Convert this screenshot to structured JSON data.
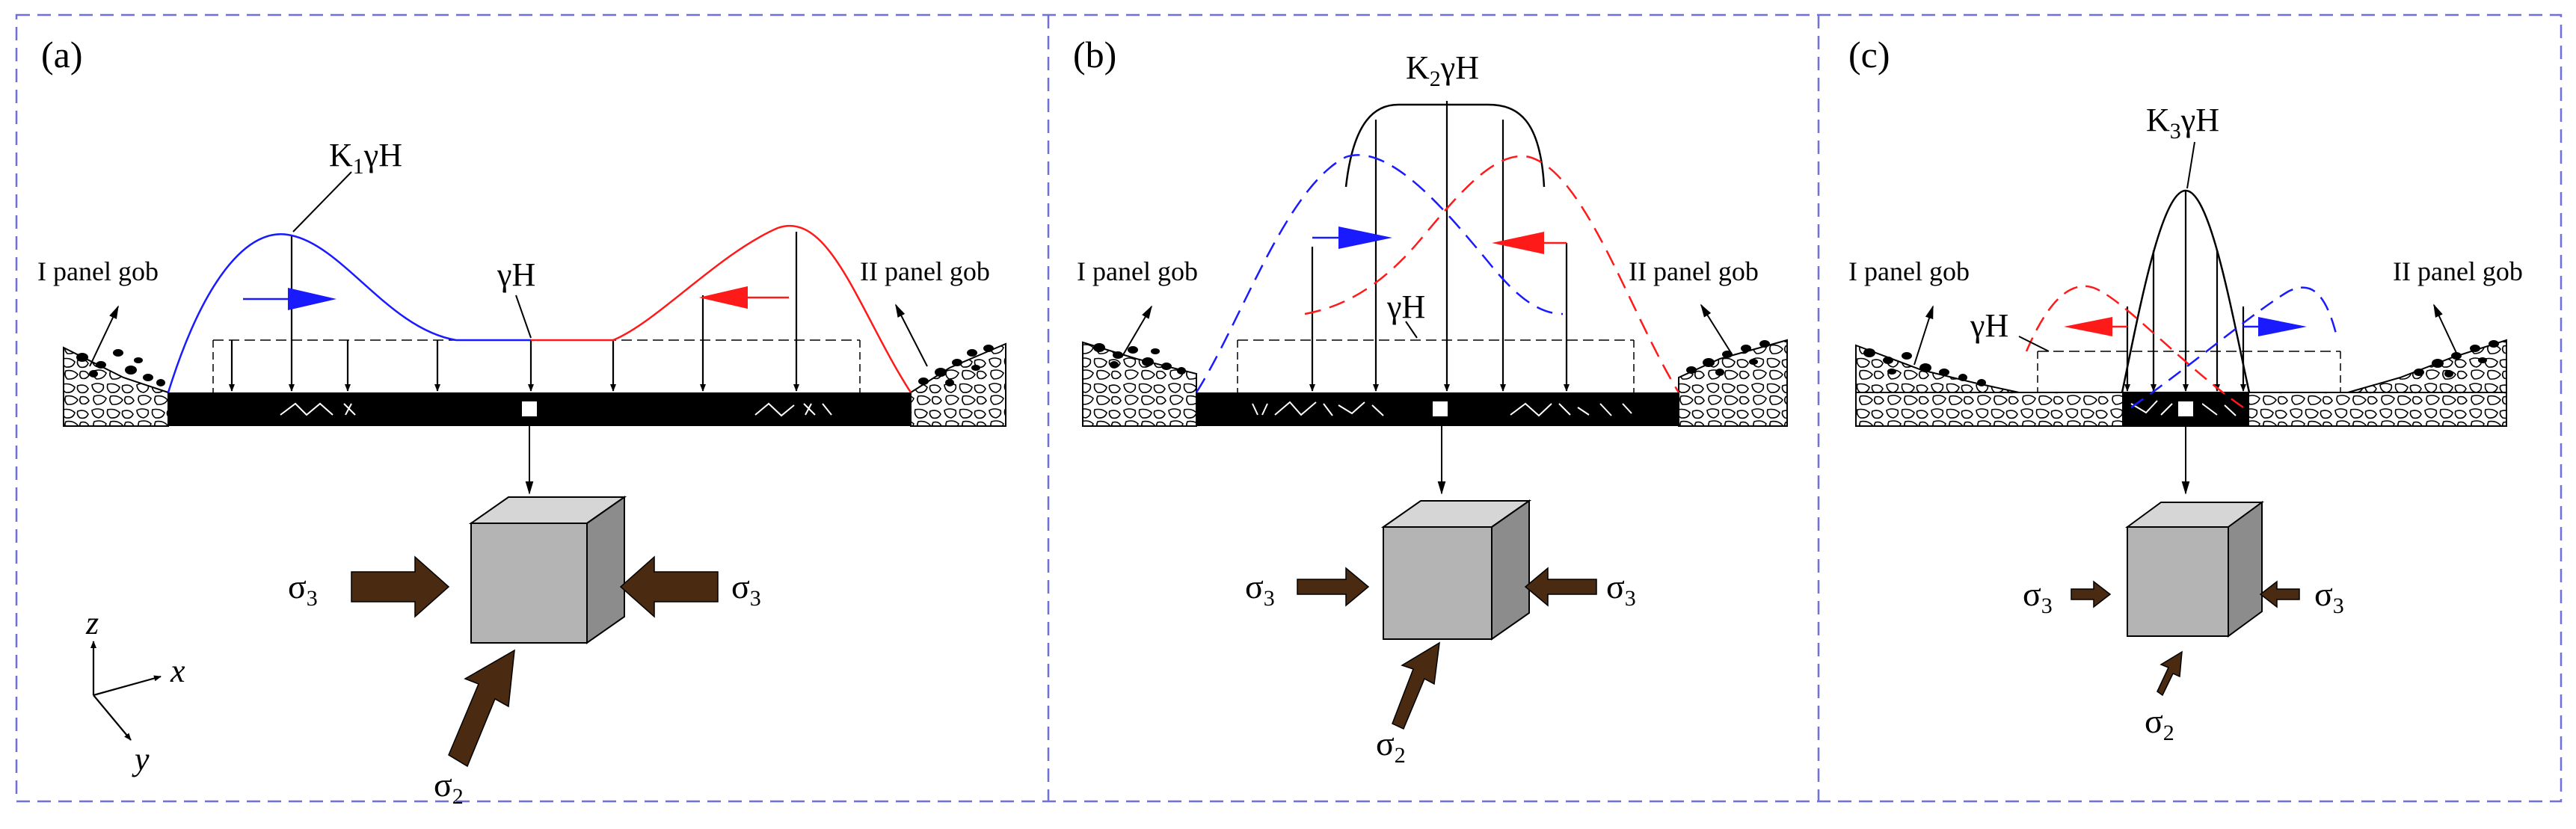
{
  "colors": {
    "frame": "#6f6fe0",
    "left_curve": "#1a1aff",
    "right_curve": "#ff1a1a",
    "coal_seam": "#000000",
    "cube_front": "#b4b4b4",
    "cube_top": "#d6d6d6",
    "cube_side": "#8c8c8c",
    "stress_arrow": "#4a2a10"
  },
  "panels": [
    {
      "id": "a",
      "tag": "(a)",
      "peak_label": "K1γH",
      "peak_sub": "1",
      "ref_label": "γH",
      "left_gob": "I panel gob",
      "right_gob": "II panel gob",
      "sigma3_left": "σ3",
      "sigma3_right": "σ3",
      "sigma2": "σ2",
      "stress_level": "high"
    },
    {
      "id": "b",
      "tag": "(b)",
      "peak_label": "K2γH",
      "peak_sub": "2",
      "ref_label": "γH",
      "left_gob": "I panel gob",
      "right_gob": "II panel gob",
      "sigma3_left": "σ3",
      "sigma3_right": "σ3",
      "sigma2": "σ2",
      "stress_level": "medium"
    },
    {
      "id": "c",
      "tag": "(c)",
      "peak_label": "K3γH",
      "peak_sub": "3",
      "ref_label": "γH",
      "left_gob": "I panel gob",
      "right_gob": "II panel gob",
      "sigma3_left": "σ3",
      "sigma3_right": "σ3",
      "sigma2": "σ2",
      "stress_level": "low"
    }
  ],
  "axes": {
    "z": "z",
    "x": "x",
    "y": "y"
  }
}
